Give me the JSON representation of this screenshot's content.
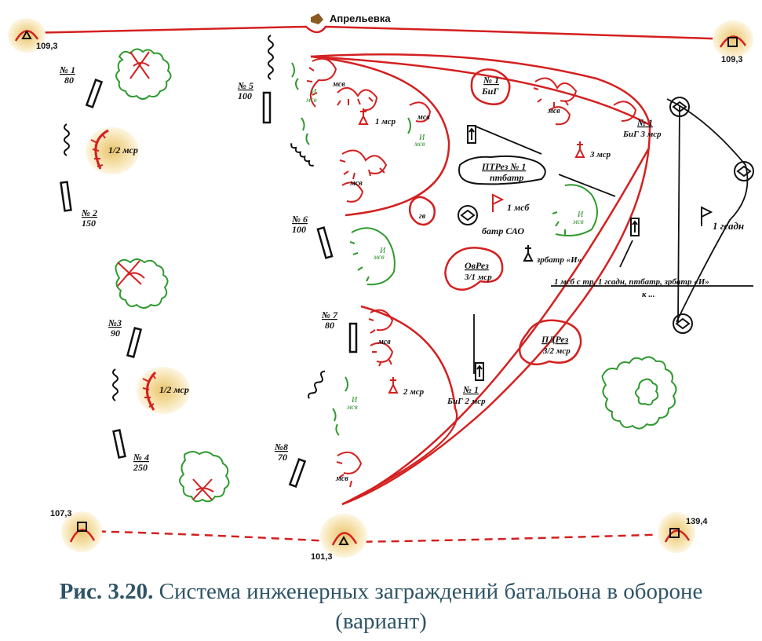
{
  "colors": {
    "red": "#d42020",
    "green": "#2f9a2f",
    "black": "#111111",
    "caption": "#2e5466",
    "sand": "#f3dc9a"
  },
  "points": {
    "p109_3_left": "109,3",
    "p109_3_right": "109,3",
    "p107_3": "107,3",
    "p101_3": "101,3",
    "p139_4": "139,4"
  },
  "village": "Апрельевка",
  "minefields": {
    "n1": {
      "num": "№ 1",
      "val": "80"
    },
    "n2": {
      "num": "№ 2",
      "val": "150"
    },
    "n3": {
      "num": "№3",
      "val": "90"
    },
    "n4": {
      "num": "№ 4",
      "val": "250"
    },
    "n5": {
      "num": "№ 5",
      "val": "100"
    },
    "n6": {
      "num": "№ 6",
      "val": "100"
    },
    "n7": {
      "num": "№ 7",
      "val": "80"
    },
    "n8": {
      "num": "№8",
      "val": "70"
    }
  },
  "units": {
    "half_msr_top": "1/2 мср",
    "half_msr_bottom": "1/2 мср",
    "msr1": "1 мср",
    "msr2": "2 мср",
    "msr3": "3 мср",
    "msv": "мсв",
    "gv": "гв",
    "green_msv": "мсв",
    "green_i": "И",
    "big1_num": "№ 1",
    "big1_name": "БиГ",
    "big3_num": "№ 1",
    "big3_name": "БиГ 3 мср",
    "big2_num": "№ 1",
    "big2_name": "БиГ 2 мср",
    "ptrez_1": "ПТРез № 1",
    "ptrez_2": "птбатр",
    "msb1": "1 мсб",
    "batr_sao": "батр САО",
    "ovrez_1": "ОвРез",
    "ovrez_2": "3/1 мср",
    "zrbatr": "зрбатр «И»",
    "pdrez_1": "ПДРез",
    "pdrez_2": "3/2 мср",
    "gsadn": "1 гсадн",
    "counter_1": "1 мсб с тр, 1 гсадн, птбатр, зрбатр «И»",
    "counter_2": "к ..."
  },
  "caption": {
    "fig": "Рис. 3.20.",
    "line1": "Система инженерных заграждений батальона в обороне",
    "line2": "(вариант)"
  }
}
